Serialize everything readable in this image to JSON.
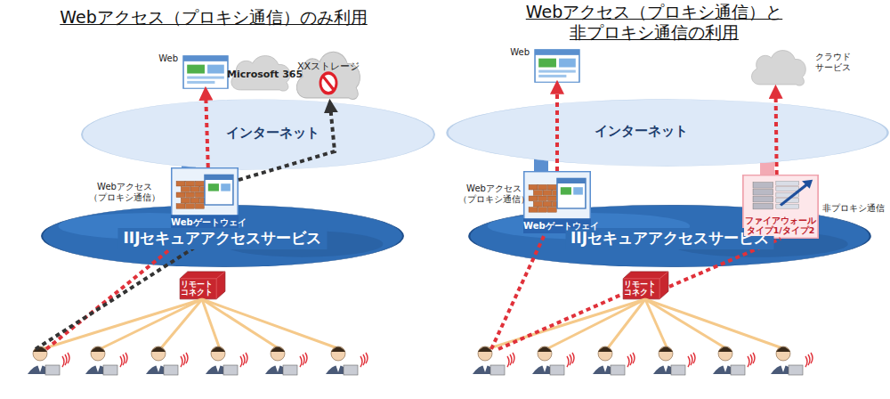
{
  "diagram": {
    "nodes": [
      {
        "text": [
          "インターネット"
        ]
      },
      {
        "text": [
          "Web"
        ]
      },
      {
        "text": [
          "Microsoft 365"
        ]
      },
      {
        "text": [
          "XXストレージ"
        ]
      },
      {
        "text": [
          "Webゲートウェイ"
        ]
      },
      {
        "text": [
          "IIJセキュアアクセスサービス"
        ]
      },
      {
        "text": [
          "リモート コネクト"
        ]
      },
      {
        "text": [
          "インターネット"
        ]
      },
      {
        "text": [
          "Web"
        ]
      },
      {
        "text": [
          "クラウド サービス"
        ]
      },
      {
        "text": [
          "Webゲートウェイ"
        ]
      },
      {
        "text": [
          "ファイアウォール タイプ1/タイプ2"
        ]
      },
      {
        "text": [
          "IIJセキュアアクセスサービス"
        ]
      },
      {
        "text": [
          "リモート コネクト"
        ]
      }
    ],
    "edges": [
      {
        "from": 4,
        "to": 1,
        "arrow": "to"
      },
      {
        "from": 4,
        "to": 3,
        "arrow": "to"
      },
      {
        "from": 10,
        "to": 8,
        "arrow": "to"
      },
      {
        "from": 13,
        "to": 11,
        "arrow": "none"
      },
      {
        "from": 11,
        "to": 9,
        "arrow": "to"
      }
    ],
    "labels": [
      "Webアクセス（プロキシ通信）のみ利用",
      "Webアクセス（プロキシ通信）と 非プロキシ通信の利用",
      "Webアクセス （プロキシ通信）",
      "Webアクセス （プロキシ通信）",
      "非プロキシ通信"
    ]
  }
}
